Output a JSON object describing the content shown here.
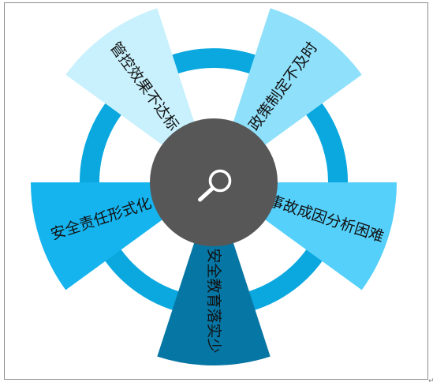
{
  "diagram": {
    "center_icon": "magnifier-icon",
    "colors": {
      "ring": "#0aa8df",
      "center": "#575757",
      "icon": "#ffffff",
      "text": "#111111"
    },
    "segments": [
      {
        "label": "管控效果不达标",
        "color": "#c8f1fd"
      },
      {
        "label": "政策制定不及时",
        "color": "#8ee0fb"
      },
      {
        "label": "事故成因分析困难",
        "color": "#55d0fb"
      },
      {
        "label": "安全教育落实少",
        "color": "#0676a4"
      },
      {
        "label": "安全责任形式化",
        "color": "#16b4ef"
      }
    ]
  }
}
